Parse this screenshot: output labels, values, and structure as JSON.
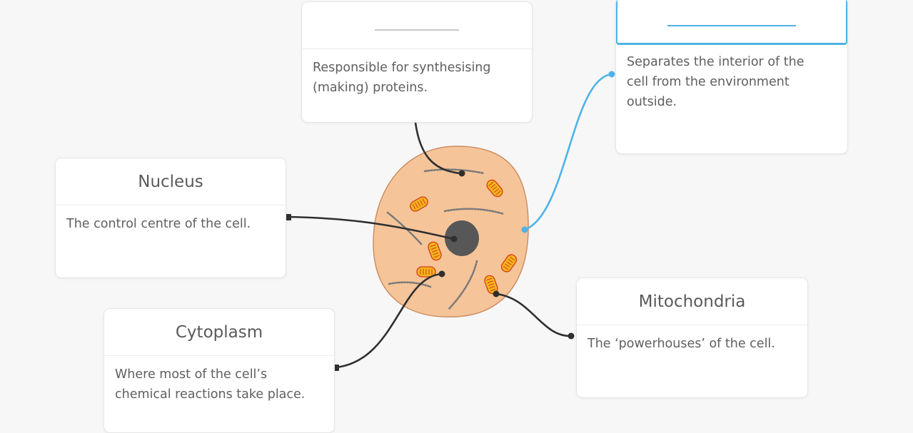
{
  "colors": {
    "cell_fill": "#f6c499",
    "cell_outline": "#cc8f62",
    "nucleus": "#575757",
    "ribosome_strand": "#7a7a7a",
    "mitochondria_fill": "#f3b51e",
    "mitochondria_outline": "#d63b12",
    "connector": "#2f2f2f",
    "active_connector": "#4fb3e6"
  },
  "cards": {
    "ribosomes": {
      "title": "",
      "description": "Responsible for synthesising (making) proteins."
    },
    "membrane": {
      "title": "",
      "description": "Separates the interior of the cell from the environment outside."
    },
    "nucleus": {
      "title": "Nucleus",
      "description": "The control centre of the cell."
    },
    "cytoplasm": {
      "title": "Cytoplasm",
      "description": "Where most of the cell’s chemical reactions take place."
    },
    "mitochondria": {
      "title": "Mitochondria",
      "description": "The ‘powerhouses’ of the cell."
    }
  }
}
